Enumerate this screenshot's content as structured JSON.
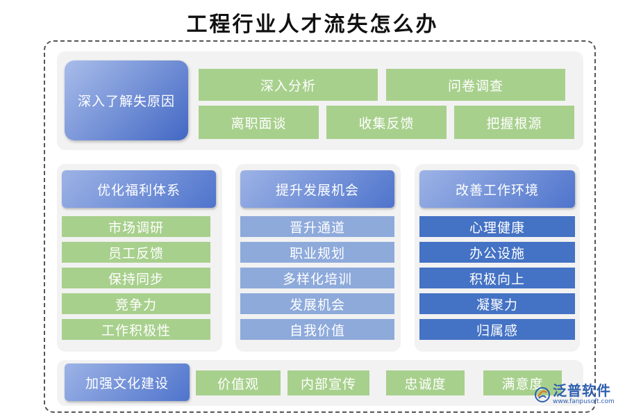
{
  "title": "工程行业人才流失怎么办",
  "section1": {
    "header": "深入了解失原因",
    "items": [
      "深入分析",
      "问卷调查",
      "离职面谈",
      "收集反馈",
      "把握根源"
    ]
  },
  "columns": [
    {
      "header": "优化福利体系",
      "items": [
        "市场调研",
        "员工反馈",
        "保持同步",
        "竞争力",
        "工作积极性"
      ]
    },
    {
      "header": "提升发展机会",
      "items": [
        "晋升通道",
        "职业规划",
        "多样化培训",
        "发展机会",
        "自我价值"
      ]
    },
    {
      "header": "改善工作环境",
      "items": [
        "心理健康",
        "办公设施",
        "积极向上",
        "凝聚力",
        "归属感"
      ]
    }
  ],
  "section3": {
    "header": "加强文化建设",
    "items": [
      "价值观",
      "内部宣传",
      "忠诚度",
      "满意度"
    ]
  },
  "logo": {
    "name": "泛普软件",
    "url": "www.fanpusoft.com"
  },
  "colors": {
    "green": "#a8d08d",
    "light_blue": "#8eaadb",
    "dark_blue": "#4472c4"
  }
}
